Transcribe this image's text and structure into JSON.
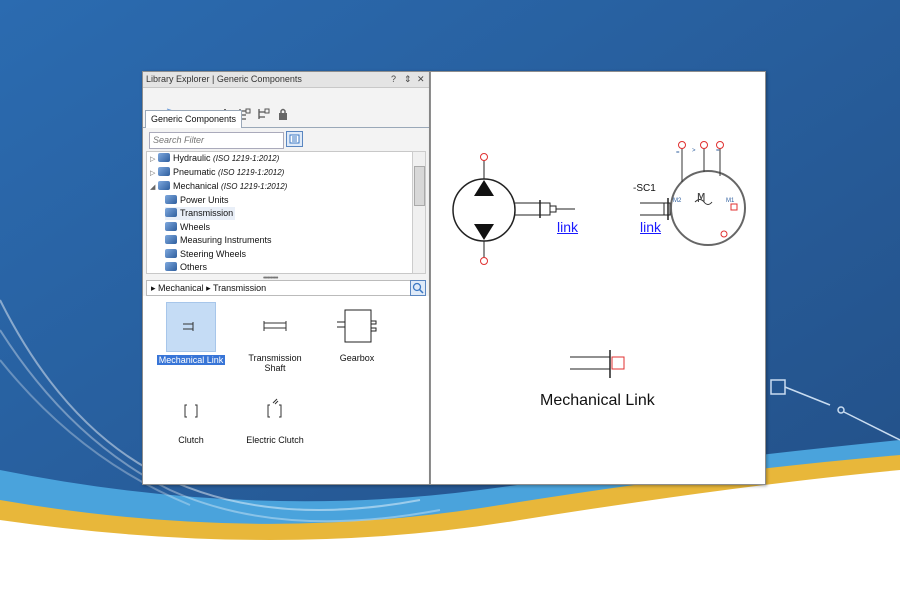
{
  "window": {
    "title": "Library Explorer | Generic Components",
    "controls": [
      "?",
      "⇕",
      "✕"
    ]
  },
  "toolbar": {
    "icons": [
      "book-open-icon",
      "books-icon",
      "book-stack-icon",
      "book-closed-icon",
      "library-icon",
      "tree-expand-icon",
      "tree-collapse-icon",
      "lock-icon"
    ]
  },
  "tabs": [
    {
      "label": "Generic Components"
    }
  ],
  "search": {
    "placeholder": "Search Filter",
    "value": ""
  },
  "tree": {
    "items": [
      {
        "label": "Hydraulic",
        "std": "(ISO 1219-1:2012)"
      },
      {
        "label": "Pneumatic",
        "std": "(ISO 1219-1:2012)"
      },
      {
        "label": "Mechanical",
        "std": "(ISO 1219-1:2012)"
      },
      {
        "label": "Power Units"
      },
      {
        "label": "Transmission"
      },
      {
        "label": "Wheels"
      },
      {
        "label": "Measuring Instruments"
      },
      {
        "label": "Steering Wheels"
      },
      {
        "label": "Others"
      }
    ]
  },
  "breadcrumb": {
    "items": [
      "Mechanical",
      "Transmission"
    ]
  },
  "components": [
    {
      "label": "Mechanical Link",
      "selected": true
    },
    {
      "label": "Transmission Shaft",
      "selected": false
    },
    {
      "label": "Gearbox",
      "selected": false
    },
    {
      "label": "Clutch",
      "selected": false
    },
    {
      "label": "Electric Clutch",
      "selected": false
    }
  ],
  "canvas": {
    "link_left": "link",
    "link_right": "link",
    "sc1_tag": "-SC1",
    "motor_letter": "M",
    "port_m2": "M2",
    "port_m1": "M1",
    "caption": "Mechanical Link"
  },
  "colors": {
    "background": "#2a5d97",
    "selection": "#3875d7",
    "link": "#1a1aff",
    "port": "#e03030"
  }
}
